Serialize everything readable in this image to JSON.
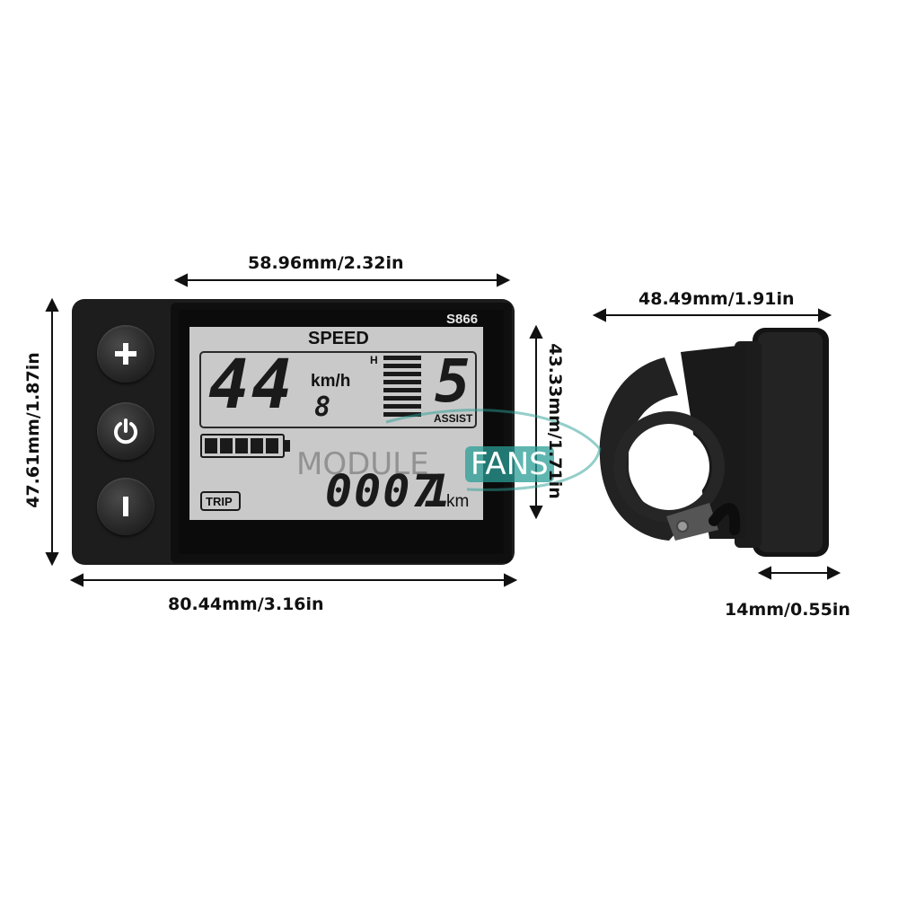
{
  "dimensions": {
    "display_width": "58.96mm/2.32in",
    "display_height": "43.33mm/1.71in",
    "body_height": "47.61mm/1.87in",
    "body_width": "80.44mm/3.16in",
    "side_width": "48.49mm/1.91in",
    "side_depth": "14mm/0.55in"
  },
  "lcd": {
    "model": "S866",
    "speed_label": "SPEED",
    "speed_value": "44",
    "speed_unit": "km/h",
    "speed_sub": "8",
    "level_label": "H",
    "assist_value": "5",
    "assist_label": "ASSIST",
    "battery_bars": 5,
    "trip_label": "TRIP",
    "trip_value": "0007",
    "trip_decimal": "1",
    "trip_unit": "km"
  },
  "watermark": {
    "part1": "MODULE",
    "part2": "FANS"
  },
  "colors": {
    "lcd_background": "#c9c9c9",
    "housing": "#1e1e1e",
    "watermark_teal": "#2a9d95"
  },
  "icons": {
    "plus": "plus-icon",
    "power": "power-icon",
    "minus": "minus-icon"
  }
}
